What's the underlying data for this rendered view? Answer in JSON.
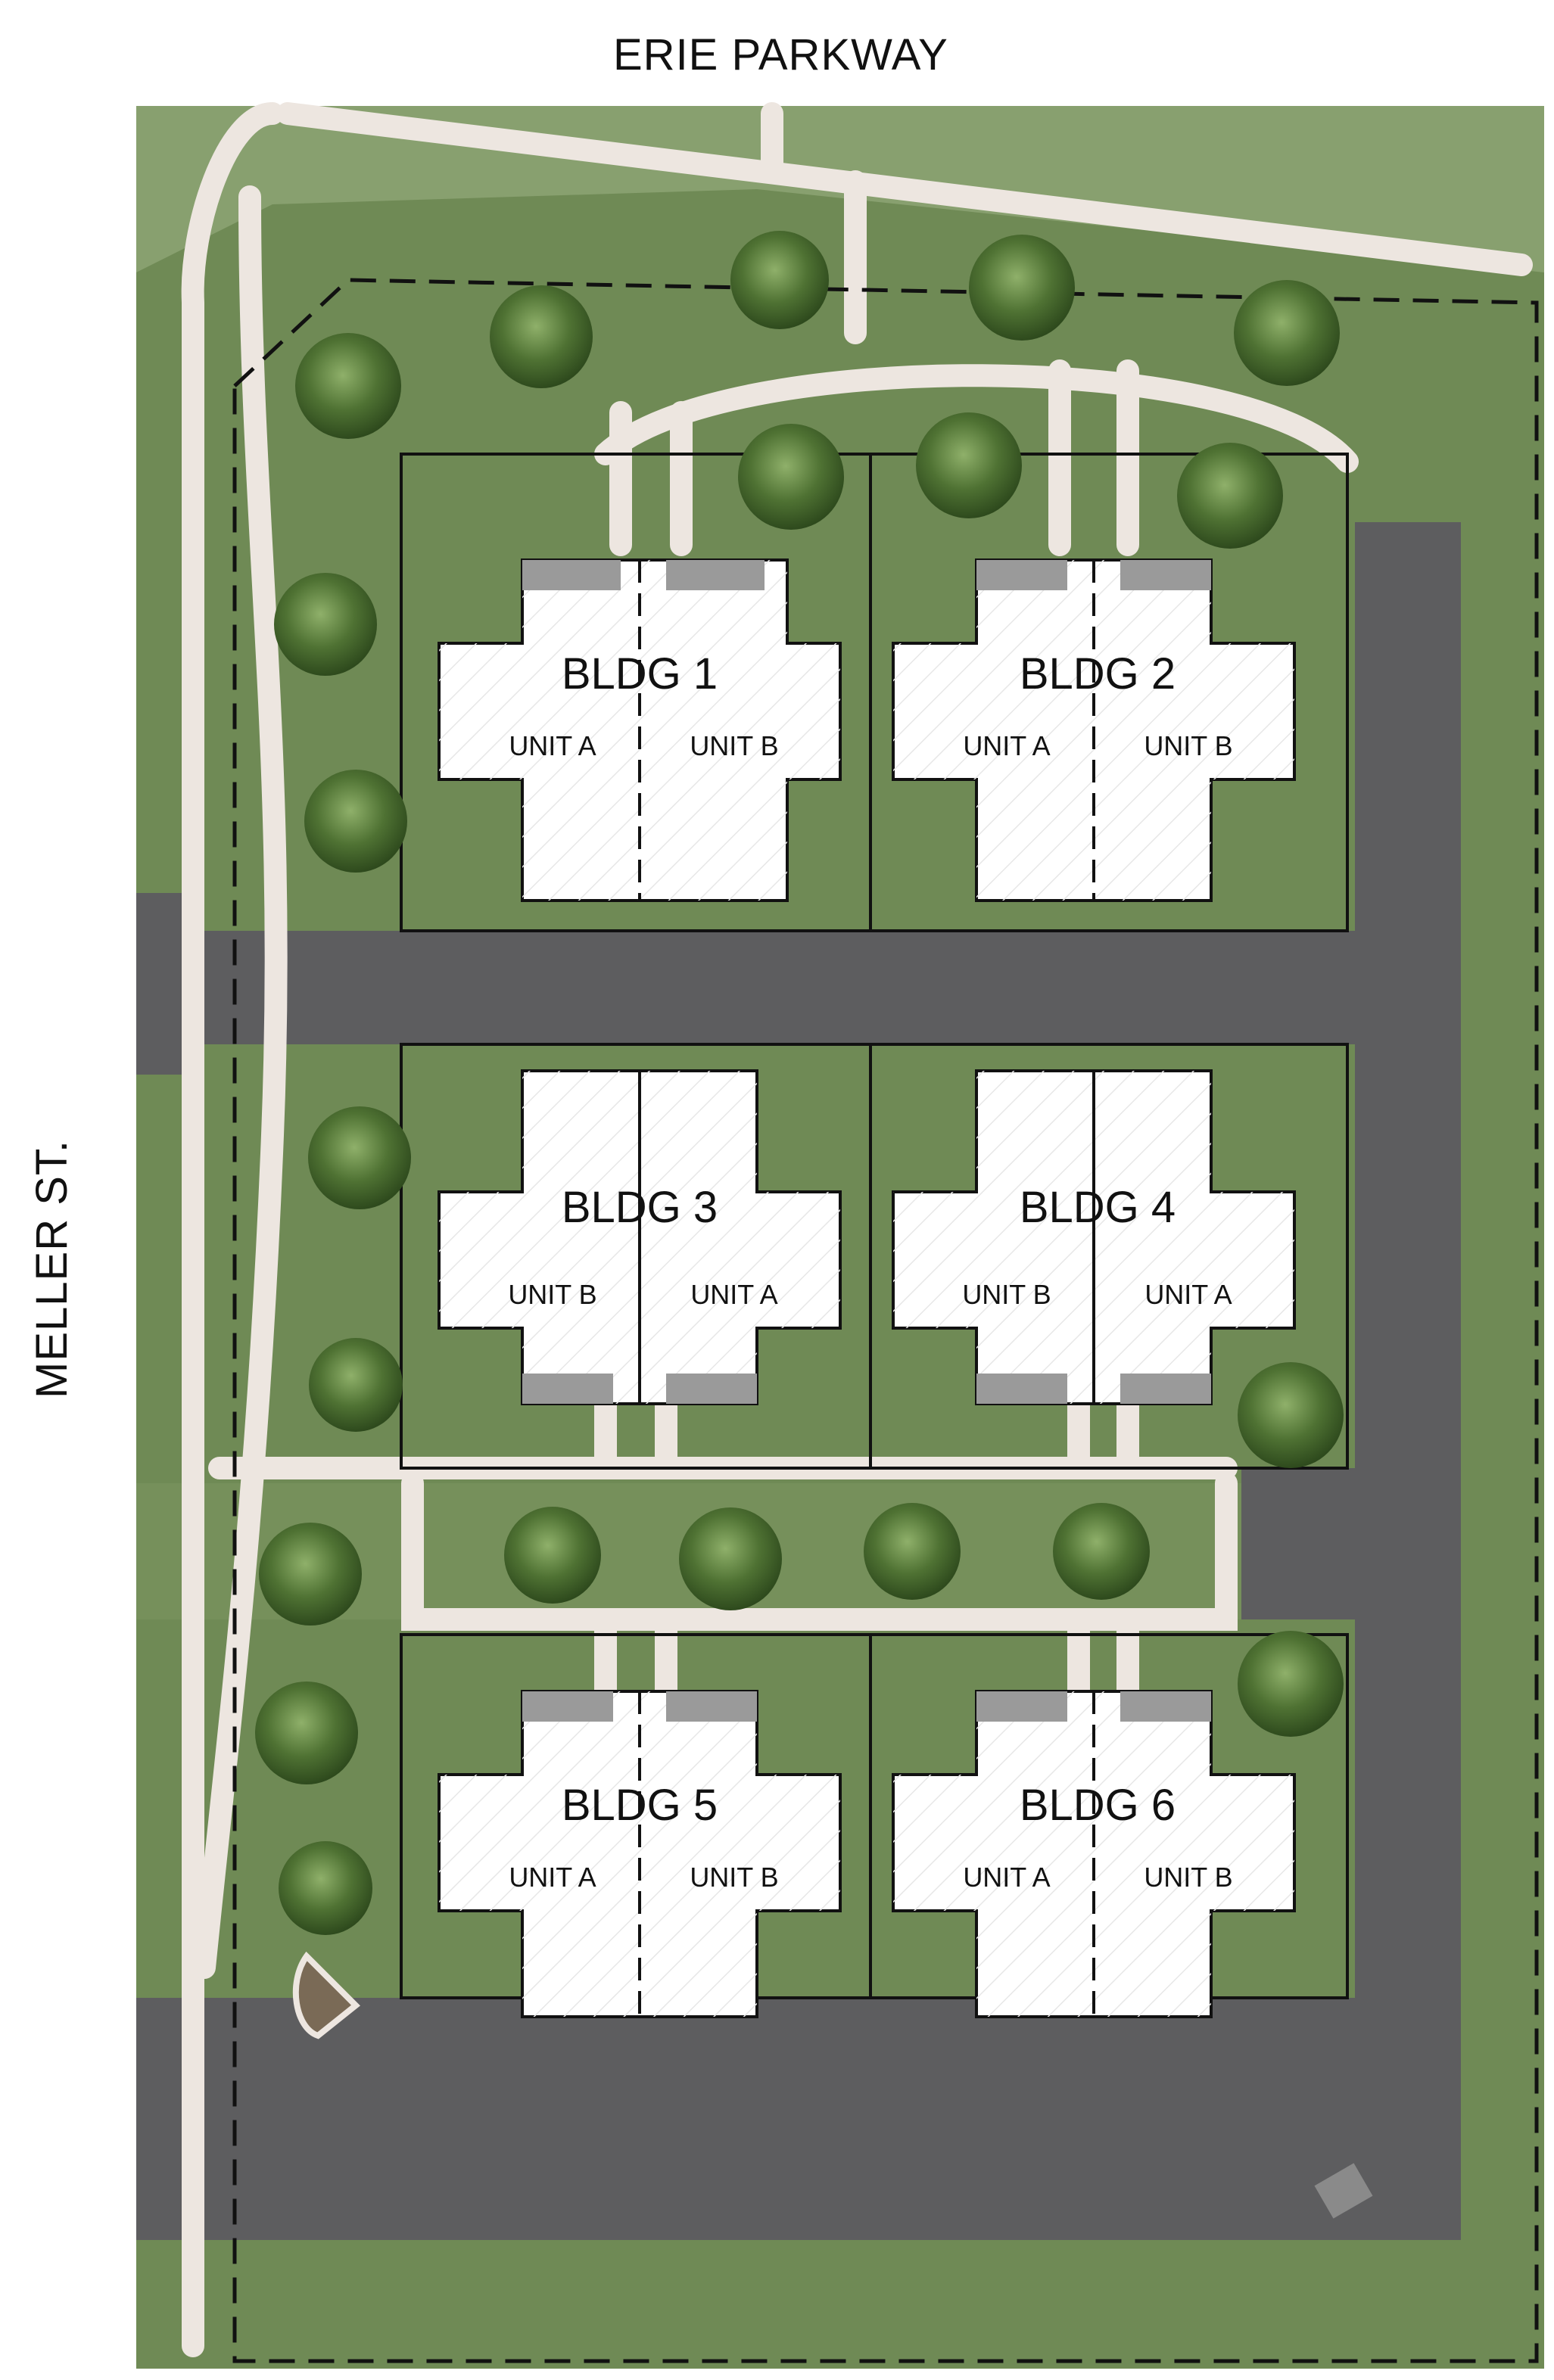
{
  "streets": {
    "north": "ERIE PARKWAY",
    "west": "MELLER ST."
  },
  "colors": {
    "grass": "#6f8a55",
    "grass_light": "#8ea576",
    "asphalt": "#5d5d5f",
    "sidewalk": "#ede6e0",
    "building": "#ffffff",
    "tree": "#4c6a30",
    "property_line": "#111111"
  },
  "buildings": [
    {
      "name": "BLDG 1",
      "units": [
        "UNIT A",
        "UNIT B"
      ]
    },
    {
      "name": "BLDG 2",
      "units": [
        "UNIT A",
        "UNIT B"
      ]
    },
    {
      "name": "BLDG 3",
      "units": [
        "UNIT B",
        "UNIT A"
      ]
    },
    {
      "name": "BLDG 4",
      "units": [
        "UNIT B",
        "UNIT A"
      ]
    },
    {
      "name": "BLDG 5",
      "units": [
        "UNIT A",
        "UNIT B"
      ]
    },
    {
      "name": "BLDG 6",
      "units": [
        "UNIT A",
        "UNIT B"
      ]
    }
  ]
}
